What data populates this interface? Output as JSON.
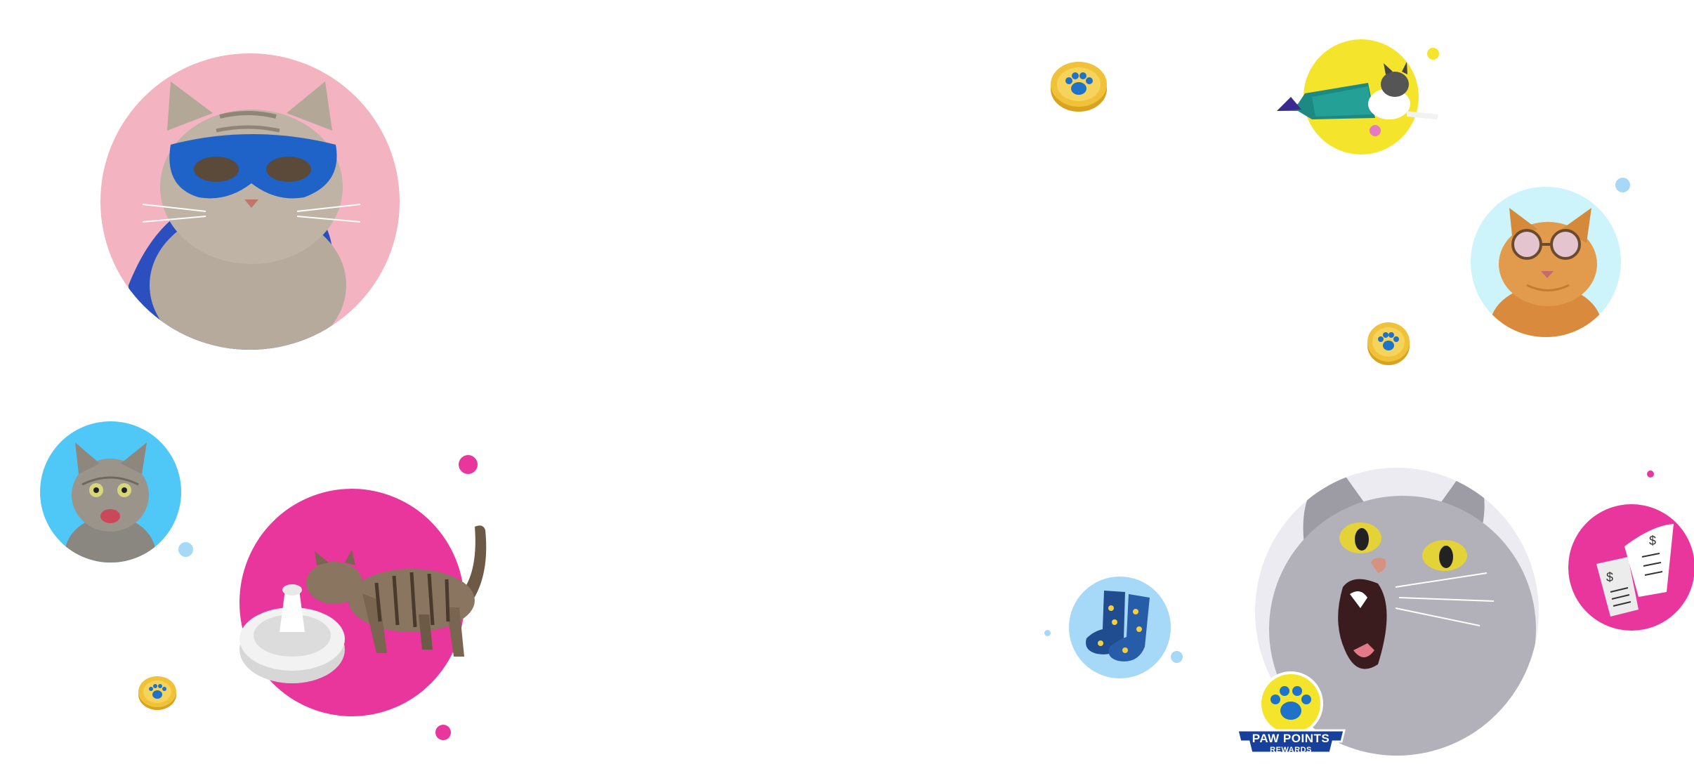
{
  "colors": {
    "pink_light": "#f3b3c1",
    "yellow": "#f4e52c",
    "aqua": "#cef4fb",
    "sky": "#4fc7f7",
    "magenta": "#e8369c",
    "light_blue": "#a6d8f7",
    "lavender": "#ecebf1",
    "coin_gold": "#efc23a",
    "paw_blue": "#1e73c8",
    "badge_navy": "#16409b"
  },
  "images": {
    "superhero_cat": "superhero-cat-blue-mask",
    "mermaid_cat": "cat-in-mermaid-tail-blanket",
    "sunglasses_cat": "orange-cat-sunglasses",
    "happy_cat": "happy-tabby-cat",
    "fountain_cat": "cat-drinking-fountain",
    "socks": "cat-socks",
    "surprised_cat": "surprised-grey-cat",
    "receipts": "receipt-icon"
  },
  "badge": {
    "line1": "PAW POINTS",
    "line2": "REWARDS",
    "icon": "paw-icon"
  }
}
